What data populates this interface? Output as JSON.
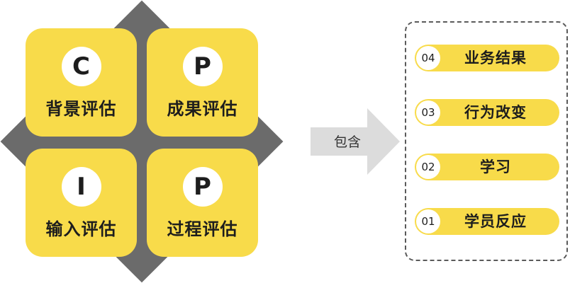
{
  "quadrants": [
    {
      "letter": "C",
      "label": "背景评估"
    },
    {
      "letter": "P",
      "label": "成果评估"
    },
    {
      "letter": "I",
      "label": "输入评估"
    },
    {
      "letter": "P",
      "label": "过程评估"
    }
  ],
  "arrow": {
    "label": "包含"
  },
  "levels": [
    {
      "number": "04",
      "label": "业务结果"
    },
    {
      "number": "03",
      "label": "行为改变"
    },
    {
      "number": "02",
      "label": "学习"
    },
    {
      "number": "01",
      "label": "学员反应"
    }
  ],
  "colors": {
    "yellow": "#f8db4a",
    "diamond_gray": "#6b6b6b",
    "arrow_gray": "#dcdcdc",
    "text_dark": "#1d1d1d"
  }
}
